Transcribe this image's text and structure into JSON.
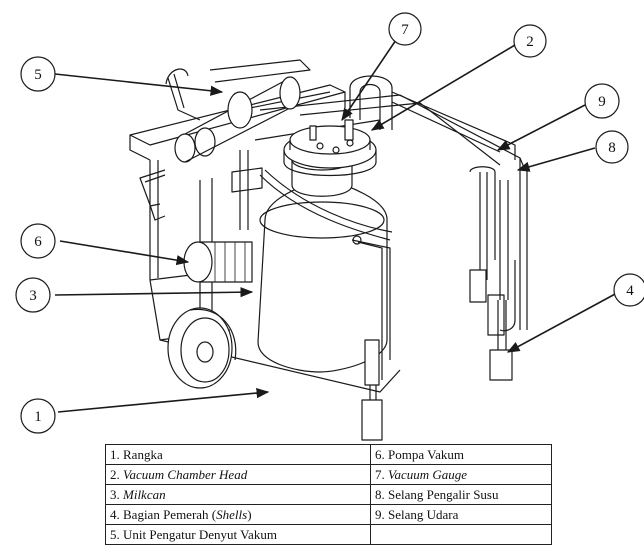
{
  "callouts": [
    "1",
    "2",
    "3",
    "4",
    "5",
    "6",
    "7",
    "8",
    "9"
  ],
  "legend": {
    "rows": [
      {
        "left": {
          "pre": "1. Rangka",
          "it": "",
          "post": ""
        },
        "right": {
          "pre": "6. Pompa Vakum",
          "it": "",
          "post": ""
        }
      },
      {
        "left": {
          "pre": "2. ",
          "it": "Vacuum Chamber Head",
          "post": ""
        },
        "right": {
          "pre": "7. ",
          "it": "Vacuum Gauge",
          "post": ""
        }
      },
      {
        "left": {
          "pre": "3. ",
          "it": "Milkcan",
          "post": ""
        },
        "right": {
          "pre": "8. Selang Pengalir Susu",
          "it": "",
          "post": ""
        }
      },
      {
        "left": {
          "pre": "4. Bagian Pemerah (",
          "it": "Shells",
          "post": ")"
        },
        "right": {
          "pre": "9. Selang Udara",
          "it": "",
          "post": ""
        }
      },
      {
        "left": {
          "pre": "5. Unit Pengatur Denyut Vakum",
          "it": "",
          "post": ""
        },
        "right": {
          "pre": "",
          "it": "",
          "post": ""
        }
      }
    ]
  },
  "colors": {
    "line": "#1a1a1a",
    "fill": "#ffffff",
    "shade": "#e6e6e6"
  }
}
